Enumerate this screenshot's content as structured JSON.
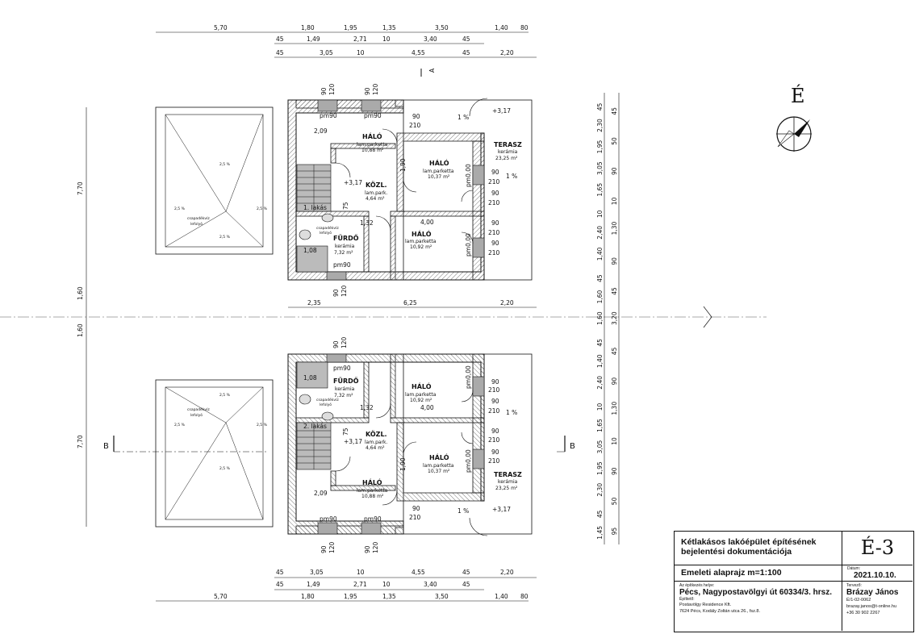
{
  "north_label": "É",
  "section_marks": {
    "a": "A",
    "b": "B"
  },
  "dims": {
    "top_row1": [
      "5,70",
      "1,80",
      "1,95",
      "1,35",
      "3,50",
      "1,40",
      "80"
    ],
    "top_row2": [
      "45",
      "1,49",
      "2,71",
      "10",
      "3,40",
      "45"
    ],
    "top_row3": [
      "45",
      "3,05",
      "10",
      "4,55",
      "45",
      "2,20"
    ],
    "bot_row1": [
      "45",
      "3,05",
      "10",
      "4,55",
      "45",
      "2,20"
    ],
    "bot_row2": [
      "45",
      "1,49",
      "2,71",
      "10",
      "3,40",
      "45"
    ],
    "bot_row3": [
      "5,70",
      "1,80",
      "1,95",
      "1,35",
      "3,50",
      "1,40",
      "80"
    ],
    "mid_row": [
      "2,35",
      "6,25",
      "2,20"
    ],
    "left": [
      "7,70",
      "1,60",
      "1,60",
      "7,70"
    ],
    "right1": [
      "45",
      "2,30",
      "1,95",
      "3,05",
      "1,65",
      "10",
      "2,40",
      "1,40",
      "45",
      "1,60",
      "1,60",
      "45",
      "1,40",
      "2,40",
      "10",
      "1,65",
      "3,05",
      "1,95",
      "2,30",
      "45",
      "1,45"
    ],
    "right2": [
      "45",
      "50",
      "90",
      "10",
      "1,30",
      "90",
      "45",
      "3,20",
      "45",
      "90",
      "1,30",
      "10",
      "90",
      "50",
      "95"
    ],
    "window_w": "90",
    "window_h": "120",
    "door_w": "90",
    "door_h": "210"
  },
  "units": [
    {
      "id": "1",
      "lakas": "1. lakás",
      "rooms": {
        "halo1": {
          "name": "HÁLÓ",
          "floor": "lam.parketta",
          "area": "10,88 m²"
        },
        "halo2": {
          "name": "HÁLÓ",
          "floor": "lam.parketta",
          "area": "10,37 m²"
        },
        "kozl": {
          "name": "KÖZL.",
          "floor": "lam.park.",
          "area": "4,64 m²"
        },
        "halo3": {
          "name": "HÁLÓ",
          "floor": "lam.parketta",
          "area": "10,92 m²"
        },
        "furdo": {
          "name": "FÜRDŐ",
          "floor": "kerámia",
          "area": "7,32 m²"
        },
        "terasz": {
          "name": "TERASZ",
          "floor": "kerámia",
          "area": "23,25 m²"
        }
      },
      "labels": {
        "pm90": "pm90",
        "pm000": "pm0,00",
        "lvl": "+3,17",
        "w209": "2,09",
        "w190": "1,90",
        "w400": "4,00",
        "w132": "1,32",
        "w108": "1,08",
        "d75": "75",
        "pct1": "1 %",
        "pct25": "2,5 %",
        "csapa": "csapadékvíz",
        "lefolyo": "lefolyó"
      }
    },
    {
      "id": "2",
      "lakas": "2. lakás",
      "rooms": {
        "halo1": {
          "name": "HÁLÓ",
          "floor": "lam.parketta",
          "area": "10,88 m²"
        },
        "halo2": {
          "name": "HÁLÓ",
          "floor": "lam.parketta",
          "area": "10,37 m²"
        },
        "kozl": {
          "name": "KÖZL.",
          "floor": "lam.park.",
          "area": "4,64 m²"
        },
        "halo3": {
          "name": "HÁLÓ",
          "floor": "lam.parketta",
          "area": "10,92 m²"
        },
        "furdo": {
          "name": "FÜRDŐ",
          "floor": "kerámia",
          "area": "7,32 m²"
        },
        "terasz": {
          "name": "TERASZ",
          "floor": "kerámia",
          "area": "23,25 m²"
        }
      },
      "labels": {
        "pm90": "pm90",
        "pm000": "pm0,00",
        "lvl": "+3,17",
        "w209": "2,09",
        "w190": "1,90",
        "w400": "4,00",
        "w132": "1,32",
        "w108": "1,08",
        "d75": "75",
        "pct1": "1 %",
        "pct25": "2,5 %",
        "csapa": "csapadékvíz",
        "lefolyo": "lefolyó"
      }
    }
  ],
  "title_block": {
    "title_line1": "Kétlakásos lakóépület építésének",
    "title_line2": "bejelentési dokumentációja",
    "sheet": "É-3",
    "subtitle": "Emeleti alaprajz m=1:100",
    "date_label": "Dátum:",
    "date": "2021.10.10.",
    "site_label": "Az építkezés helye:",
    "site": "Pécs, Nagypostavölgyi út 60334/3. hrsz.",
    "builder_label": "Építtető:",
    "builder_line1": "Postavölgy Residence Kft.",
    "builder_line2": "7624 Pécs, Kodály Zoltán utca 26., fsz.8.",
    "designer_label": "Tervező:",
    "designer": "Brázay János",
    "designer_id": "É/1-02-0062",
    "designer_email": "brazay.janos@t-online.hu",
    "designer_phone": "+36 30 902 2267"
  }
}
